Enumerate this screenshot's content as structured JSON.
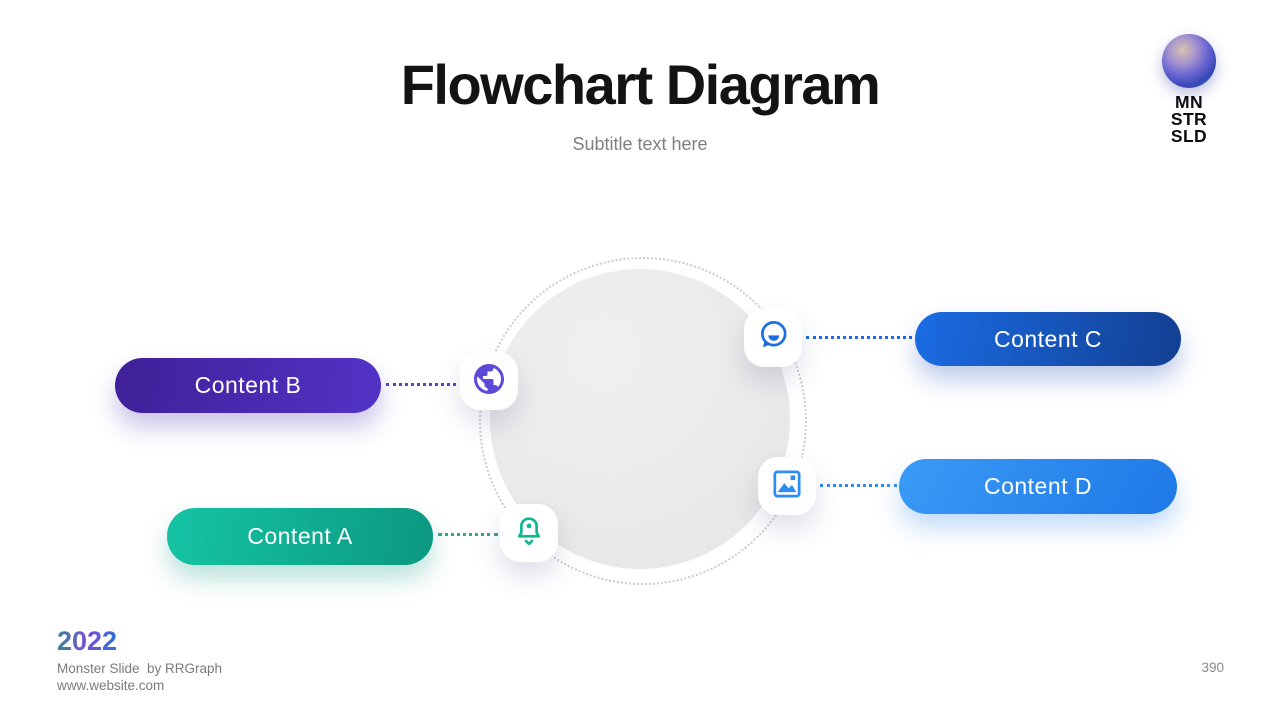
{
  "slide": {
    "title": "Flowchart Diagram",
    "subtitle": "Subtitle text here",
    "page_number": "390",
    "footer": {
      "year": "2022",
      "credit": "Monster Slide  by RRGraph",
      "website": "www.website.com"
    }
  },
  "logo": {
    "lines": [
      "MN",
      "STR",
      "SLD"
    ]
  },
  "diagram": {
    "center": "empty-gray-circle",
    "nodes": [
      {
        "id": "A",
        "label": "Content A",
        "icon": "bell-icon",
        "pill_gradient": [
          "#15c4a4",
          "#0b9880"
        ],
        "icon_color": "#10b795",
        "connector_color": "#2aa893"
      },
      {
        "id": "B",
        "label": "Content B",
        "icon": "globe-icon",
        "pill_gradient": [
          "#3f2097",
          "#5233c6"
        ],
        "icon_color": "#5b4bd8",
        "connector_color": "#5a43c8"
      },
      {
        "id": "C",
        "label": "Content C",
        "icon": "chat-icon",
        "pill_gradient": [
          "#1b6ce4",
          "#123f92"
        ],
        "icon_color": "#1a6fe0",
        "connector_color": "#1b6ae0"
      },
      {
        "id": "D",
        "label": "Content D",
        "icon": "image-icon",
        "pill_gradient": [
          "#3a9bf6",
          "#1e78e6"
        ],
        "icon_color": "#2e8df0",
        "connector_color": "#2e8bf0"
      }
    ]
  },
  "colors": {
    "title": "#131313",
    "subtitle": "#7f7f7f",
    "year_gradient": [
      "#3a8492",
      "#7a4fd3",
      "#2e6fe0"
    ],
    "ring_dotted": "#cdcdcd",
    "center_circle": "#eaeaea"
  }
}
